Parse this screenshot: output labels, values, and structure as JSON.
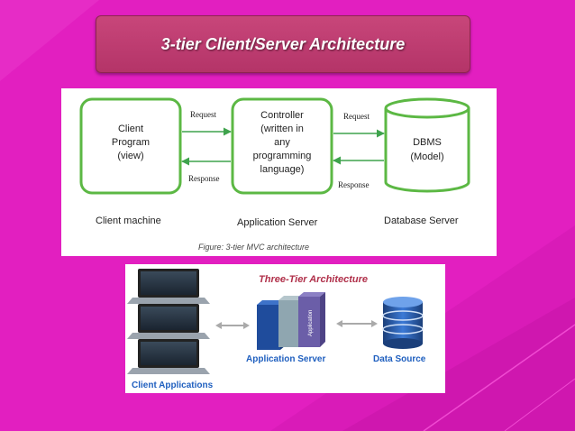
{
  "slide": {
    "title": "3-tier Client/Server Architecture"
  },
  "figure1": {
    "client_box": [
      "Client",
      "Program",
      "(view)"
    ],
    "controller_box": [
      "Controller",
      "(written in",
      "any",
      "programming",
      "language)"
    ],
    "dbms_box": [
      "DBMS",
      "(Model)"
    ],
    "request_left": "Request",
    "response_left": "Response",
    "request_right": "Request",
    "response_right": "Response",
    "client_machine": "Client machine",
    "application_server": "Application Server",
    "database_server": "Database Server",
    "caption": "Figure: 3-tier MVC architecture"
  },
  "figure2": {
    "title": "Three-Tier Architecture",
    "application_server": "Application Server",
    "data_source": "Data Source",
    "client_applications": "Client Applications",
    "book_label": "Application"
  },
  "colors": {
    "background": "#e21fc0",
    "title_box": "#c03d72",
    "box_green": "#5cb844",
    "arrow_green": "#3fa34d",
    "fig2_blue": "#1f5fbf",
    "fig2_red": "#b0304a"
  }
}
